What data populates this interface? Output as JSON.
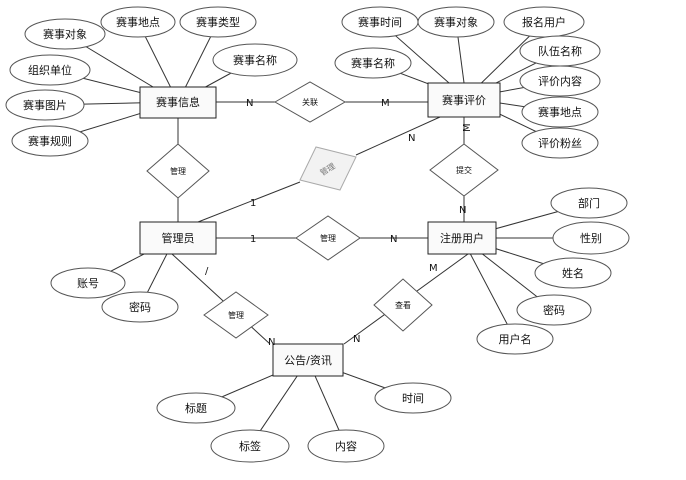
{
  "entities": {
    "event_info": "赛事信息",
    "event_review": "赛事评价",
    "admin": "管理员",
    "user": "注册用户",
    "notice": "公告/资讯"
  },
  "attributes": {
    "event_info": [
      "赛事对象",
      "赛事地点",
      "赛事类型",
      "组织单位",
      "赛事名称",
      "赛事图片",
      "赛事规则"
    ],
    "event_review": [
      "赛事时间",
      "赛事对象",
      "报名用户",
      "赛事名称",
      "队伍名称",
      "评价内容",
      "赛事地点",
      "评价粉丝"
    ],
    "user": [
      "部门",
      "性别",
      "姓名",
      "密码",
      "用户名"
    ],
    "admin": [
      "账号",
      "密码"
    ],
    "notice": [
      "标题",
      "时间",
      "标签",
      "内容"
    ]
  },
  "relationships": {
    "link": "关联",
    "manage_event": "管理",
    "manage_review": "管理",
    "manage_user": "管理",
    "manage_notice": "管理",
    "submit": "提交",
    "view": "查看"
  },
  "cardinalities": {
    "link_info": "N",
    "link_review": "M",
    "manage_review_admin": "1",
    "manage_review_review": "N",
    "manage_user_admin": "1",
    "manage_user_user": "N",
    "submit_review": "M",
    "submit_user": "N",
    "manage_notice_admin": "/",
    "manage_notice_notice": "N",
    "view_user": "M",
    "view_notice": "N"
  }
}
